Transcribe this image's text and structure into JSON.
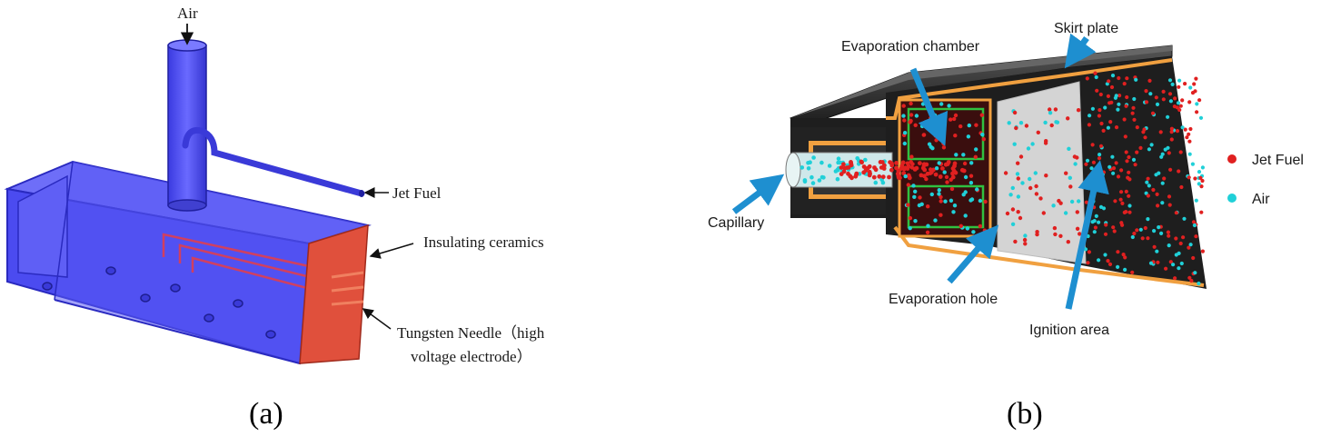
{
  "panel_a": {
    "caption": "(a)",
    "labels": {
      "air": "Air",
      "jet_fuel": "Jet Fuel",
      "insulating_ceramics": "Insulating ceramics",
      "tungsten_line1": "Tungsten Needle（high",
      "tungsten_line2": "voltage electrode）"
    }
  },
  "panel_b": {
    "caption": "(b)",
    "labels": {
      "evaporation_chamber": "Evaporation chamber",
      "skirt_plate": "Skirt plate",
      "capillary": "Capillary",
      "evaporation_hole": "Evaporation hole",
      "ignition_area": "Ignition area"
    },
    "legend": [
      {
        "label": "Jet Fuel",
        "color": "#e02020"
      },
      {
        "label": "Air",
        "color": "#20d0d8"
      }
    ]
  },
  "colors": {
    "blue_body": "#4b4bf0",
    "ceramic_red": "#e0503c",
    "shell_dark": "#2a2a2a",
    "orange_rim": "#f0a040",
    "arrow_blue": "#1e8fd0"
  }
}
